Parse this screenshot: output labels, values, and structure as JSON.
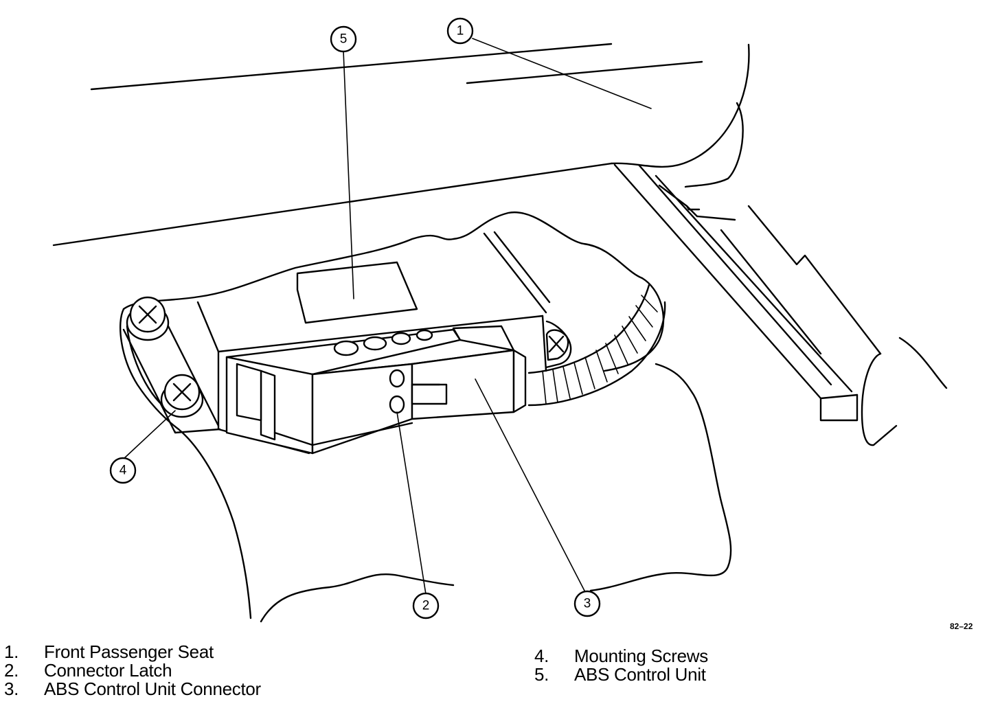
{
  "callouts": [
    "1",
    "2",
    "3",
    "4",
    "5"
  ],
  "figure_code": "82–22",
  "legend": [
    {
      "num": "1.",
      "text": "Front Passenger Seat"
    },
    {
      "num": "2.",
      "text": "Connector Latch"
    },
    {
      "num": "3.",
      "text": "ABS Control Unit Connector"
    },
    {
      "num": "4.",
      "text": "Mounting Screws"
    },
    {
      "num": "5.",
      "text": "ABS Control Unit"
    }
  ]
}
